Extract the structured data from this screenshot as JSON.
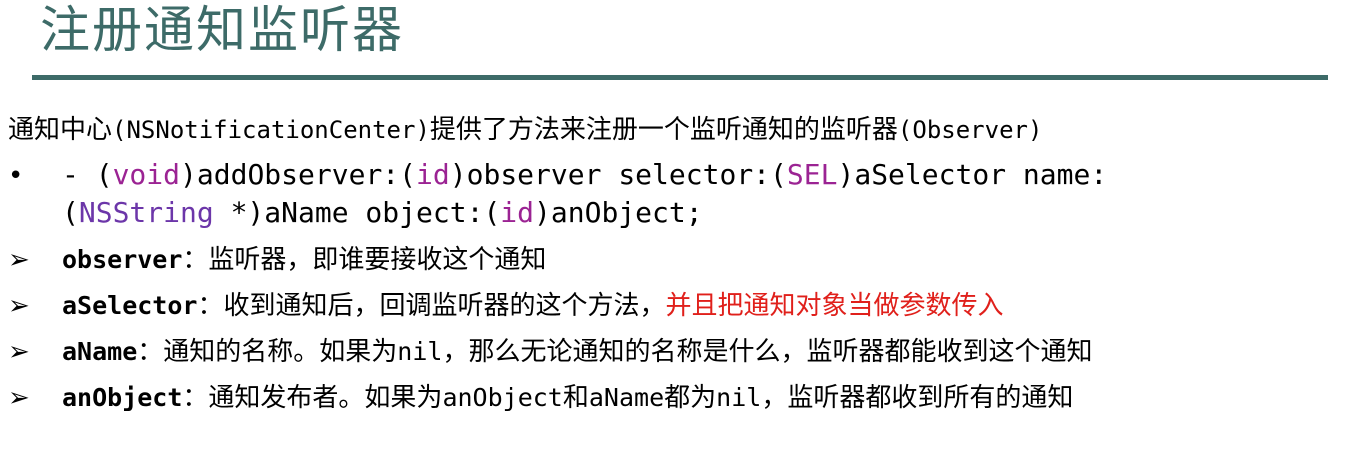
{
  "title": "注册通知监听器",
  "intro": {
    "part1": "通知中心",
    "class_name": "(NSNotificationCenter)",
    "part2": "提供了方法来注册一个监听通知的监听器",
    "observer_term": "(Observer)"
  },
  "method": {
    "bullet": "•",
    "line1": {
      "t1": "- (",
      "void": "void",
      "t2": ")addObserver:(",
      "id1": "id",
      "t3": ")observer selector:(",
      "sel": "SEL",
      "t4": ")aSelector name:"
    },
    "line2": {
      "t1": "(",
      "nsstring": "NSString",
      "t2": " *)aName object:(",
      "id2": "id",
      "t3": ")anObject;"
    }
  },
  "params": [
    {
      "marker": "➢",
      "name": "observer",
      "desc": "：监听器，即谁要接收这个通知"
    },
    {
      "marker": "➢",
      "name": "aSelector",
      "desc": "：收到通知后，回调监听器的这个方法，",
      "desc_red": "并且把通知对象当做参数传入"
    },
    {
      "marker": "➢",
      "name": "aName",
      "desc_a": "：通知的名称。如果为",
      "nil": "nil",
      "desc_b": "，那么无论通知的名称是什么，监听器都能收到这个通知"
    },
    {
      "marker": "➢",
      "name": "anObject",
      "desc_a": "：通知发布者。如果为",
      "m1": "anObject",
      "desc_b": "和",
      "m2": "aName",
      "desc_c": "都为",
      "nil": "nil",
      "desc_d": "，监听器都收到所有的通知"
    }
  ],
  "colors": {
    "title": "#3d6b68",
    "keyword": "#9b2393",
    "type": "#6c36a9",
    "highlight": "#e0201b"
  }
}
